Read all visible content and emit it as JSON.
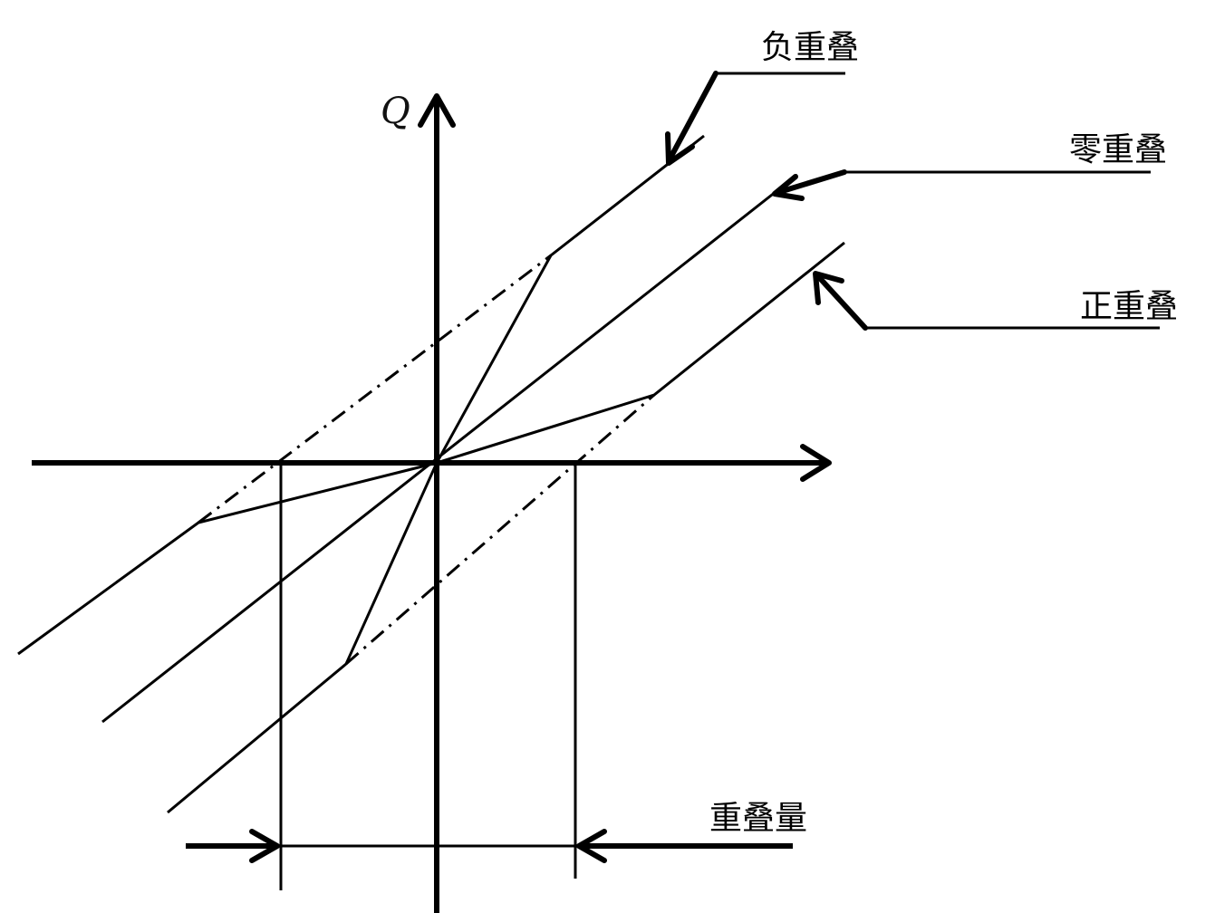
{
  "labels": {
    "axis_y": "Q",
    "negative_overlap": "负重叠",
    "zero_overlap": "零重叠",
    "positive_overlap": "正重叠",
    "overlap_amount": "重叠量"
  }
}
